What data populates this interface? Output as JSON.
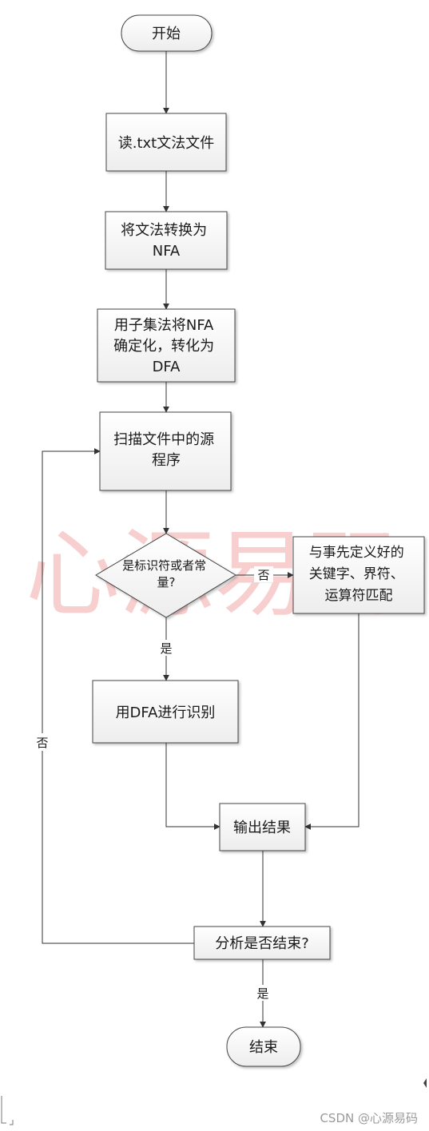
{
  "nodes": {
    "start": "开始",
    "read_file": [
      "读.txt文法文件"
    ],
    "to_nfa": [
      "将文法转换为",
      "NFA"
    ],
    "to_dfa": [
      "用子集法将NFA",
      "确定化，转化为",
      "DFA"
    ],
    "scan": [
      "扫描文件中的源",
      "程序"
    ],
    "decision": [
      "是标识符或者常",
      "量?"
    ],
    "match": [
      "与事先定义好的",
      "关键字、界符、",
      "运算符匹配"
    ],
    "dfa_recognize": [
      "用DFA进行识别"
    ],
    "output": [
      "输出结果"
    ],
    "end_check": [
      "分析是否结束?"
    ],
    "end": "结束"
  },
  "edge_labels": {
    "decision_no": "否",
    "decision_yes": "是",
    "loop_no": "否",
    "end_yes": "是"
  },
  "watermark": "心源易码",
  "footer": "CSDN @心源易码"
}
